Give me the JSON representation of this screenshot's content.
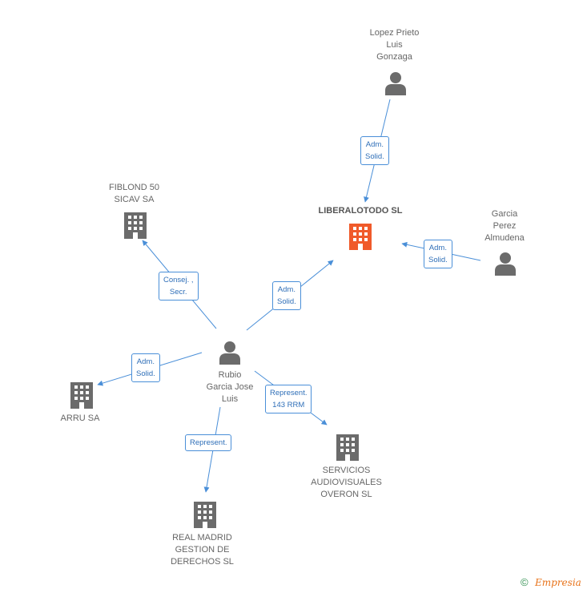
{
  "colors": {
    "edge": "#4a8fd8",
    "center_building": "#f05a2a",
    "building": "#6b6b6b",
    "person": "#6b6b6b"
  },
  "nodes": {
    "liberalotodo": {
      "label": "LIBERALOTODO SL",
      "kind": "building-center"
    },
    "lopez": {
      "label": "Lopez Prieto\nLuis\nGonzaga",
      "kind": "person"
    },
    "garcia": {
      "label": "Garcia\nPerez\nAlmudena",
      "kind": "person"
    },
    "fiblond": {
      "label": "FIBLOND 50\nSICAV SA",
      "kind": "building"
    },
    "rubio": {
      "label": "Rubio\nGarcia Jose\nLuis",
      "kind": "person"
    },
    "arru": {
      "label": "ARRU SA",
      "kind": "building"
    },
    "servicios": {
      "label": "SERVICIOS\nAUDIOVISUALES\nOVERON SL",
      "kind": "building"
    },
    "realmadrid": {
      "label": "REAL MADRID\nGESTION DE\nDERECHOS SL",
      "kind": "building"
    }
  },
  "edges": {
    "lopez_lib": {
      "label": "Adm.\nSolid."
    },
    "garcia_lib": {
      "label": "Adm.\nSolid."
    },
    "rubio_lib": {
      "label": "Adm.\nSolid."
    },
    "rubio_fiblond": {
      "label": "Consej. ,\nSecr."
    },
    "rubio_arru": {
      "label": "Adm.\nSolid."
    },
    "rubio_servicios": {
      "label": "Represent.\n143 RRM"
    },
    "rubio_realmadrid": {
      "label": "Represent."
    }
  },
  "footer": {
    "copyright": "©",
    "brand": "Empresia"
  }
}
